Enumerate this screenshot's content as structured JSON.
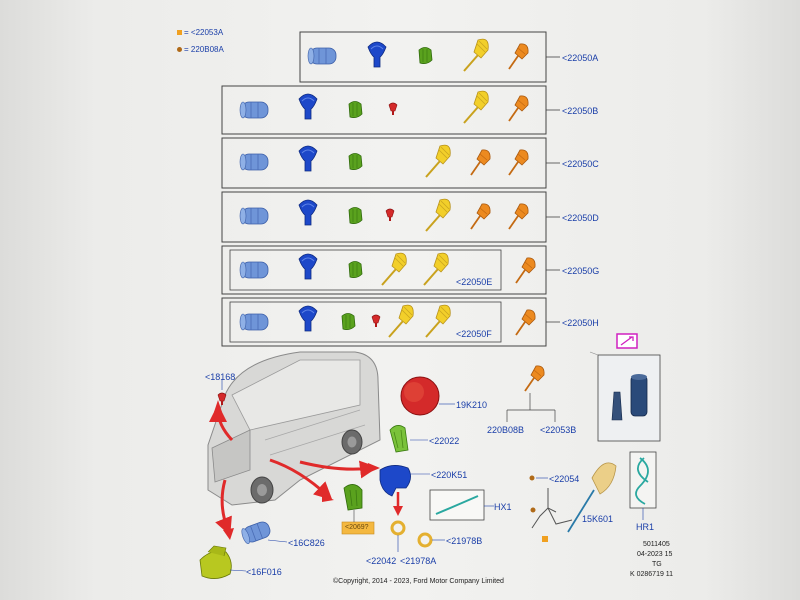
{
  "legend": [
    {
      "text": "= <22053A",
      "color": "#f0a020"
    },
    {
      "text": "= 220B08A",
      "color": "#b06a18"
    }
  ],
  "row_labels": [
    "<22050A",
    "<22050B",
    "<22050C",
    "<22050D",
    "<22050G",
    "<22050H"
  ],
  "inner_labels": [
    "<22050E",
    "<22050F"
  ],
  "callouts": {
    "c18168": "<18168",
    "c19k210": "19K210",
    "c22022": "<22022",
    "c220k51": "<220K51",
    "c220b08b": "220B08B",
    "c22053b": "<22053B",
    "c22054": "<22054",
    "chx1": "HX1",
    "c15k601": "15K601",
    "chr1": "HR1",
    "c16c826": "<16C826",
    "c16f016": "<16F016",
    "c22042": "<22042",
    "c21978a": "<21978A",
    "c21978b": "<21978B",
    "c20697": "<2069?"
  },
  "ref_block": [
    "5011405",
    "04-2023 15",
    "TG",
    "K 0286719 11"
  ],
  "copyright": "©Copyright, 2014 - 2023, Ford Motor Company Limited",
  "colors": {
    "blue_light": "#6f95d8",
    "blue_dark": "#1d48c9",
    "green": "#5aa21e",
    "red": "#d42a2a",
    "yellow": "#f2cf2a",
    "orange": "#ec8a20",
    "frame": "#444444",
    "callout_text": "#1a3ea8"
  }
}
